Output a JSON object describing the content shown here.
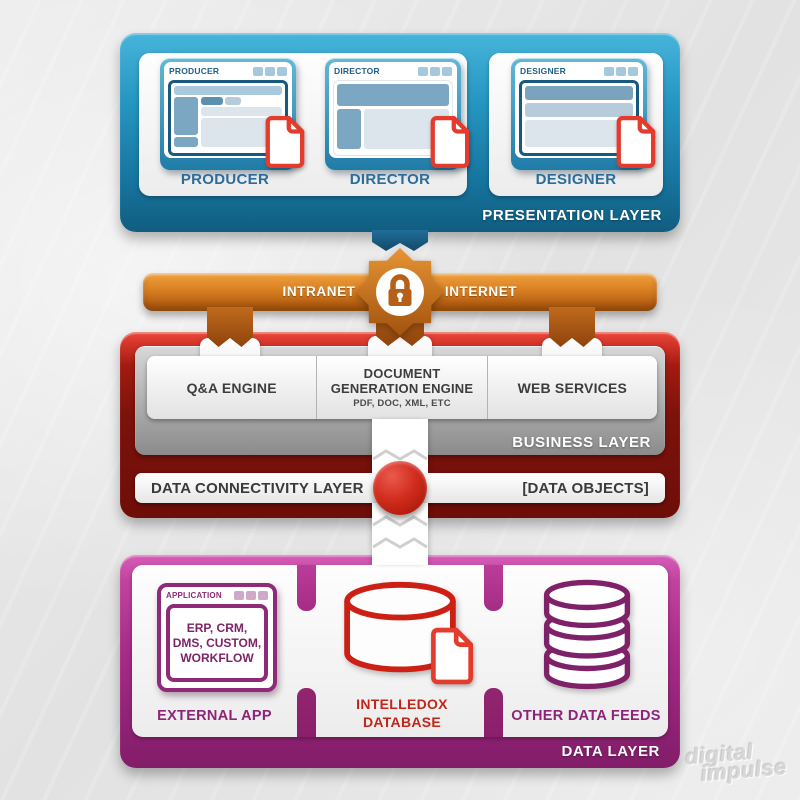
{
  "colors": {
    "presentation_blue": "#1b7ba6",
    "network_orange": "#cf7a1f",
    "business_red_dark": "#7c120b",
    "business_red_bright": "#e2473c",
    "panel_gray": "#a9a9a9",
    "data_magenta": "#a82b88",
    "connector_circle_red": "#c5281a",
    "doc_icon_red": "#e53b2c",
    "text_blue": "#2a6d9a",
    "text_purple": "#8e2478",
    "text_red": "#c0261a",
    "background_gray": "#e9e9e9"
  },
  "presentation_layer": {
    "label": "PRESENTATION LAYER",
    "apps": [
      {
        "window_title": "PRODUCER",
        "label": "PRODUCER"
      },
      {
        "window_title": "DIRECTOR",
        "label": "DIRECTOR"
      },
      {
        "window_title": "DESIGNER",
        "label": "DESIGNER"
      }
    ]
  },
  "network_bar": {
    "left_label": "INTRANET",
    "right_label": "INTERNET",
    "icon": "lock-icon"
  },
  "business_layer": {
    "label": "BUSINESS LAYER",
    "engines": [
      {
        "title": "Q&A ENGINE"
      },
      {
        "title": "DOCUMENT\nGENERATION ENGINE",
        "subtitle": "PDF, DOC, XML, ETC"
      },
      {
        "title": "WEB SERVICES"
      }
    ],
    "connectivity": {
      "left_label": "DATA CONNECTIVITY LAYER",
      "right_label": "[DATA OBJECTS]"
    }
  },
  "data_layer": {
    "label": "DATA LAYER",
    "items": [
      {
        "kind": "external-app",
        "window_title": "APPLICATION",
        "window_text": "ERP, CRM,\nDMS, CUSTOM,\nWORKFLOW",
        "label": "EXTERNAL APP"
      },
      {
        "kind": "intelledox-database",
        "label": "INTELLEDOX\nDATABASE"
      },
      {
        "kind": "other-data-feeds",
        "label": "OTHER DATA FEEDS"
      }
    ]
  },
  "watermark": {
    "line1": "digital",
    "line2": "impulse"
  }
}
